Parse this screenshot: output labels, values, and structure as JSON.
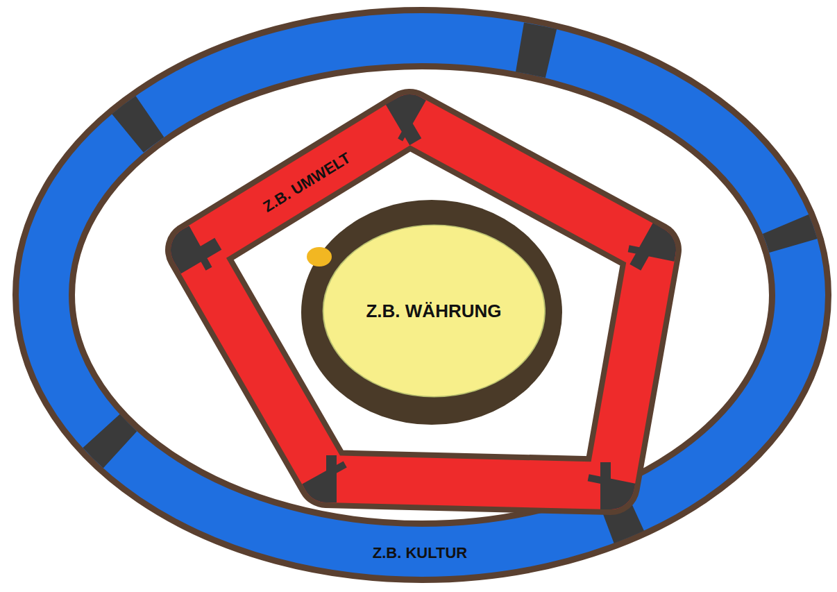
{
  "diagram": {
    "nodes": [
      {
        "text": [
          "Z.B. UMWELT"
        ]
      },
      {
        "text": [
          "Z.B. WÄHRUNG"
        ]
      },
      {
        "text": [
          "Z.B. KULTUR"
        ]
      }
    ]
  }
}
